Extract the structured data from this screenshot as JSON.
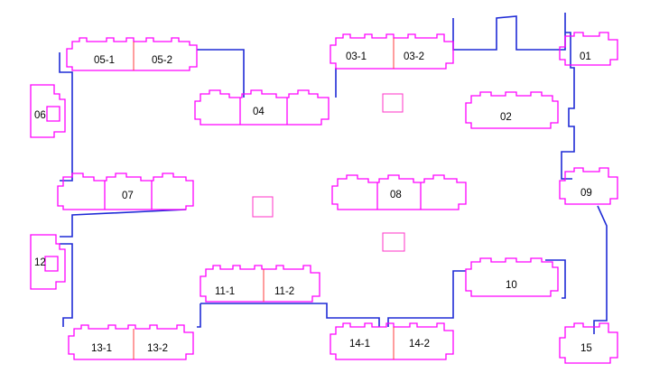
{
  "title": "",
  "labels": {
    "b01": "01",
    "b02": "02",
    "b03_1": "03-1",
    "b03_2": "03-2",
    "b04": "04",
    "b05_1": "05-1",
    "b05_2": "05-2",
    "b06": "06",
    "b07": "07",
    "b08": "08",
    "b09": "09",
    "b10": "10",
    "b11_1": "11-1",
    "b11_2": "11-2",
    "b12": "12",
    "b13_1": "13-1",
    "b13_2": "13-2",
    "b14_1": "14-1",
    "b14_2": "14-2",
    "b15": "15"
  },
  "colors": {
    "building_outline": "#ff00ff",
    "site_boundary": "#1f2bd6",
    "unit_divider": "#ff3b3b",
    "marker_square": "#ff44cc"
  }
}
